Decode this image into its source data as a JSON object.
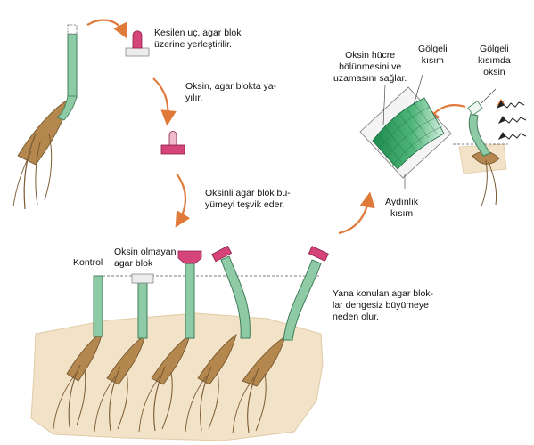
{
  "steps": {
    "cut_tip": "Kesilen uç, agar blok\nüzerine yerleştirilir.",
    "diffuse": "Oksin, agar blokta ya-\nyılır.",
    "promote": "Oksinli agar blok bü-\nyümeyi teşvik eder.",
    "side": "Yana konulan agar blok-\nlar dengesiz büyümeye\nneden olur."
  },
  "experiment": {
    "control": "Kontrol",
    "no_auxin_block": "Oksin olmayan\nagar blok"
  },
  "phototropism": {
    "cell_division": "Oksin hücre\nbölünmesini ve\nuzamasını sağlar.",
    "shaded_side": "Gölgeli\nkısım",
    "lit_side": "Aydınlık\nkısım",
    "auxin_in_shade": "Gölgeli\nkısımda\noksin"
  },
  "colors": {
    "stem": "#8fcaa6",
    "stem_outline": "#3f7d59",
    "agar_auxin": "#d6457a",
    "agar_plain": "#ececec",
    "root": "#a07c4a",
    "soil": "#f2e2c8",
    "arrow": "#e07a3a",
    "cell_green": "#2f9a5c"
  }
}
